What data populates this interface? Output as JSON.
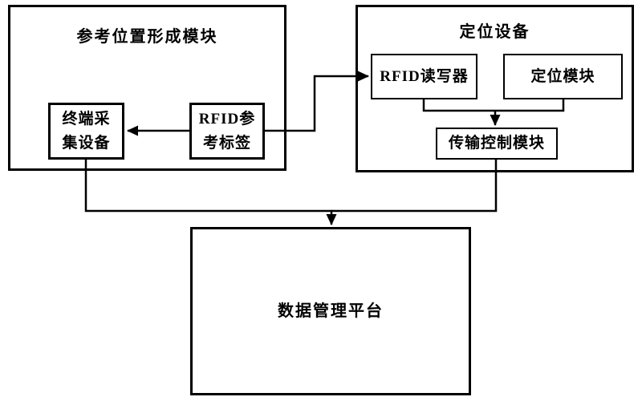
{
  "colors": {
    "background": "#ffffff",
    "line": "#000000",
    "text": "#000000"
  },
  "reference_position_module": {
    "title": "参考位置形成模块",
    "terminal_device": {
      "lines": [
        "终端采",
        "集设备"
      ],
      "full_label": "终端采集设备"
    },
    "rfid_reference_tag": {
      "lines": [
        "RFID参",
        "考标签"
      ],
      "full_label": "RFID参考标签"
    }
  },
  "positioning_device": {
    "title": "定位设备",
    "rfid_reader": {
      "label": "RFID读写器"
    },
    "positioning_module": {
      "label": "定位模块"
    },
    "transmission_control": {
      "label": "传输控制模块"
    }
  },
  "data_platform": {
    "label": "数据管理平台"
  }
}
